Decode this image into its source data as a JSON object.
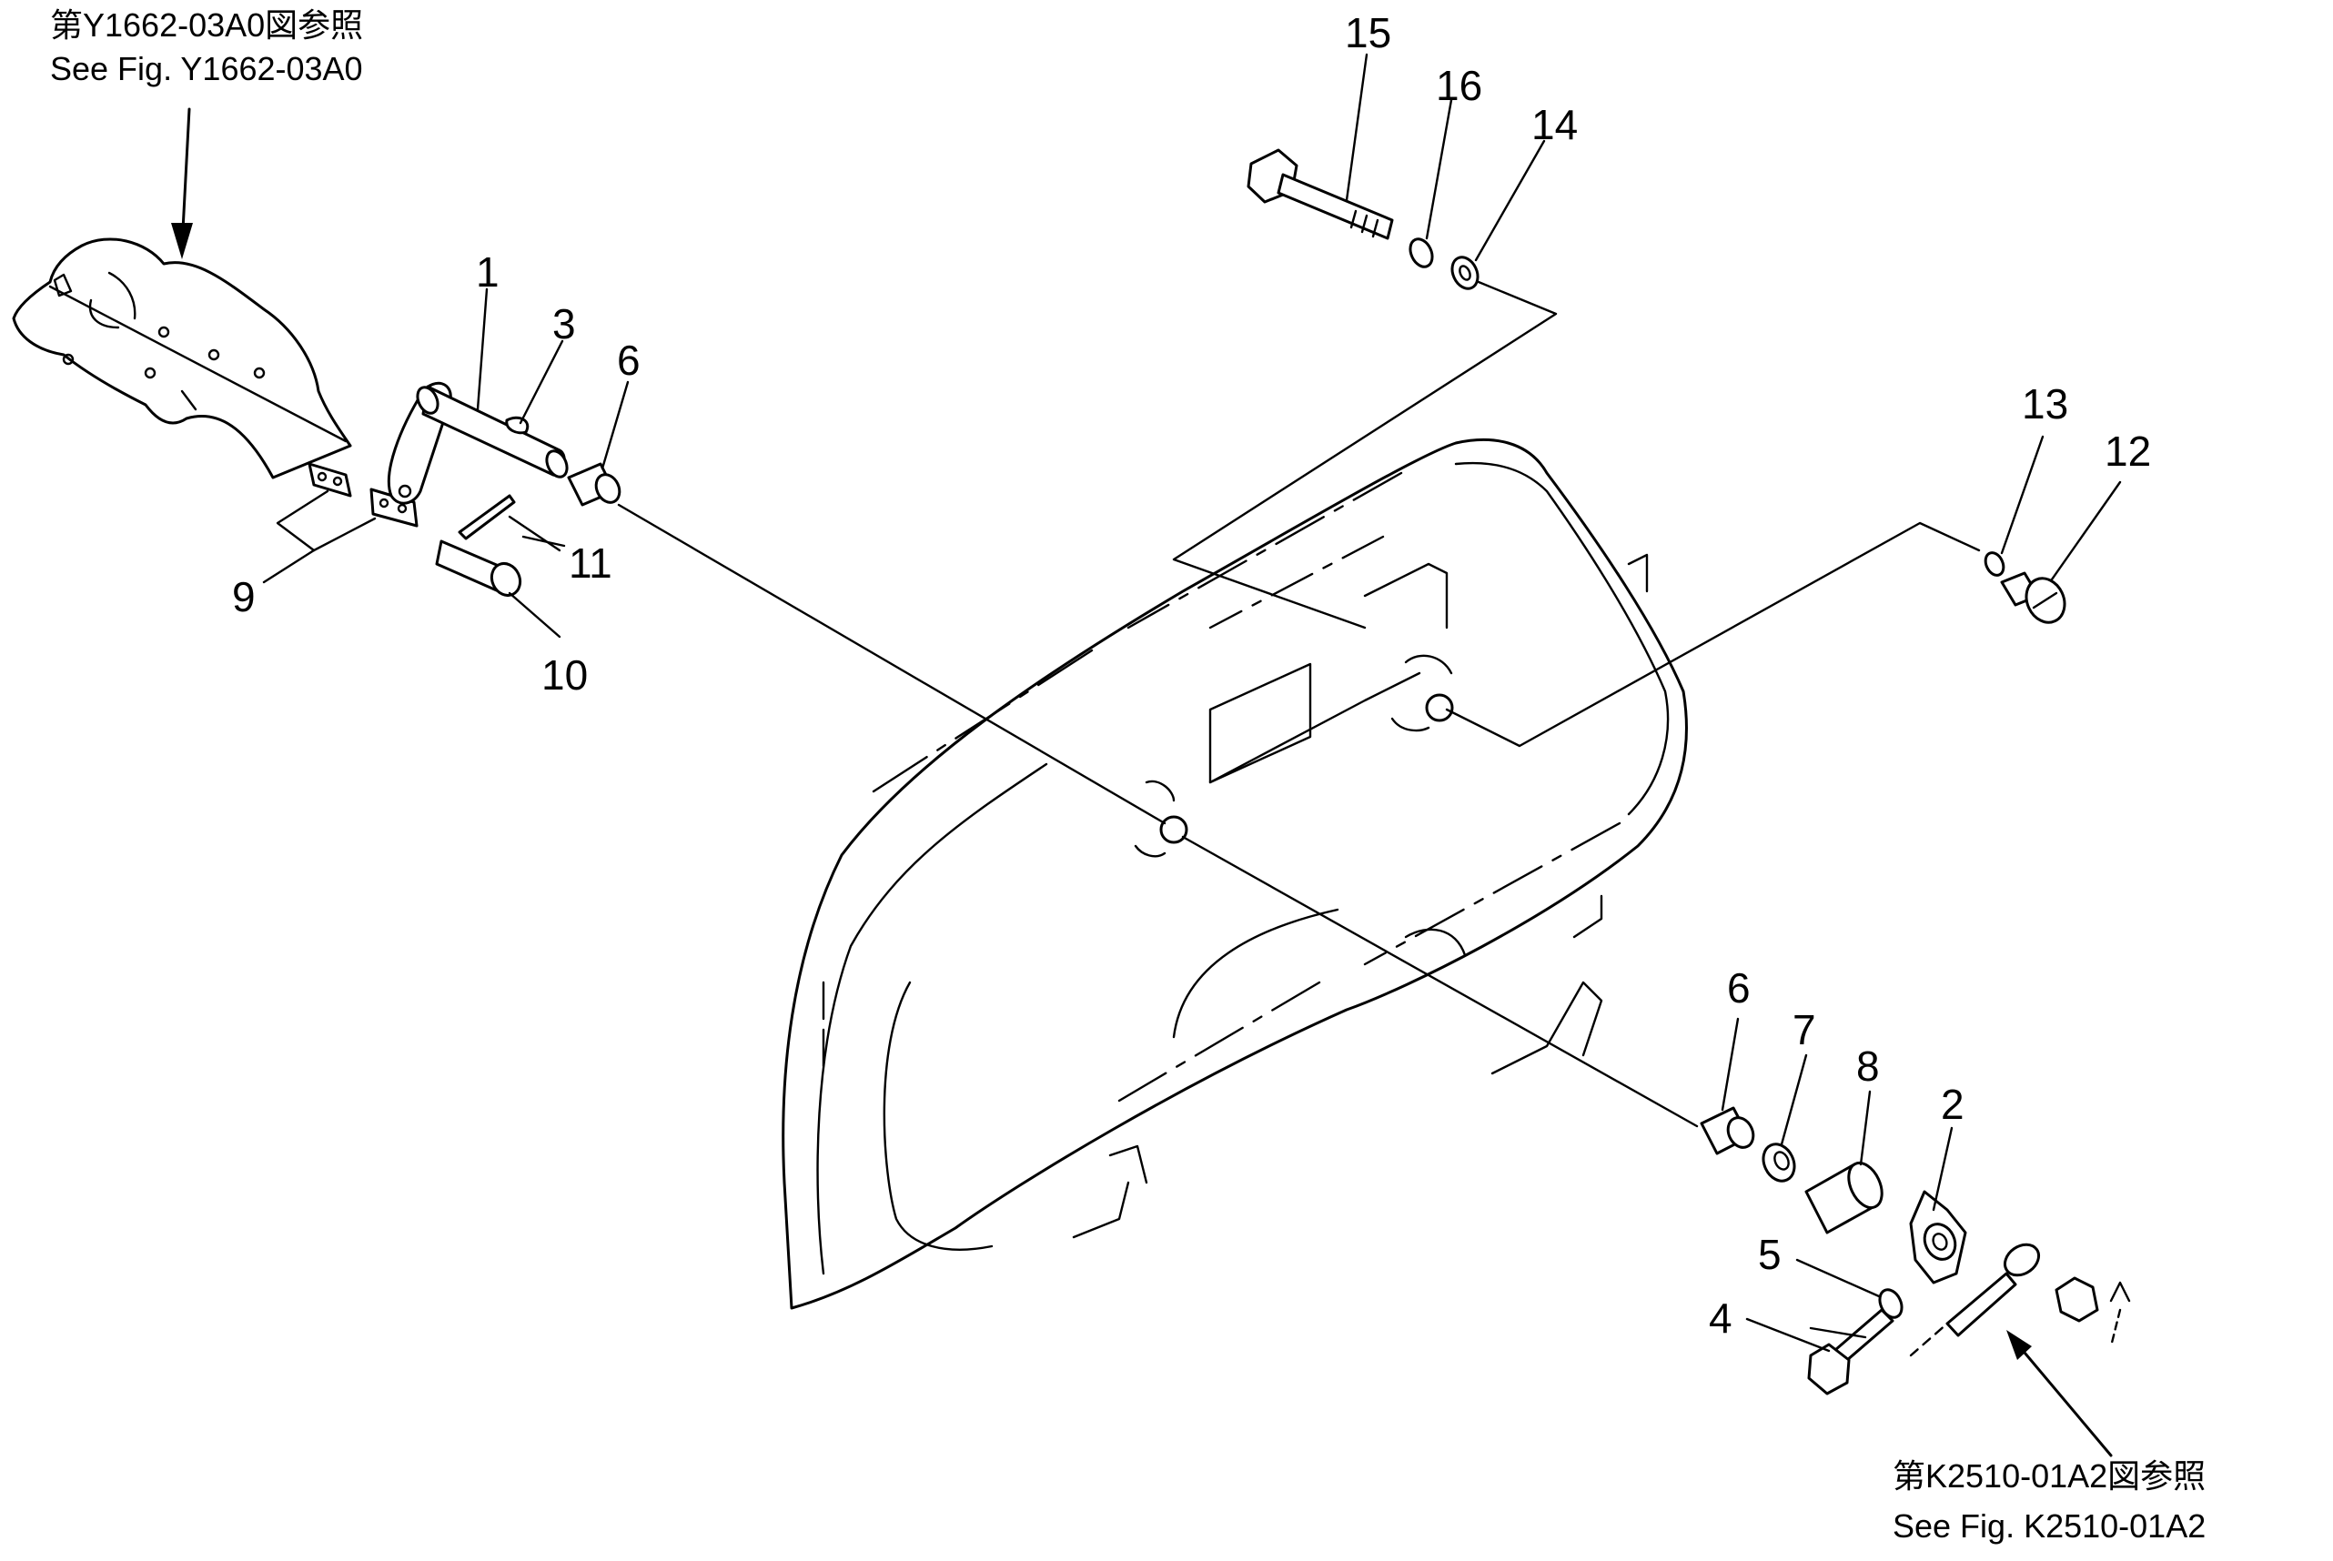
{
  "ref_top": {
    "jp": "第Y1662-03A0図参照",
    "en": "See Fig. Y1662-03A0"
  },
  "ref_bottom": {
    "jp": "第K2510-01A2図参照",
    "en": "See Fig. K2510-01A2"
  },
  "callouts": {
    "c1": "1",
    "c2": "2",
    "c3": "3",
    "c4": "4",
    "c5": "5",
    "c6a": "6",
    "c6b": "6",
    "c7": "7",
    "c8": "8",
    "c9": "9",
    "c10": "10",
    "c11": "11",
    "c12": "12",
    "c13": "13",
    "c14": "14",
    "c15": "15",
    "c16": "16"
  }
}
